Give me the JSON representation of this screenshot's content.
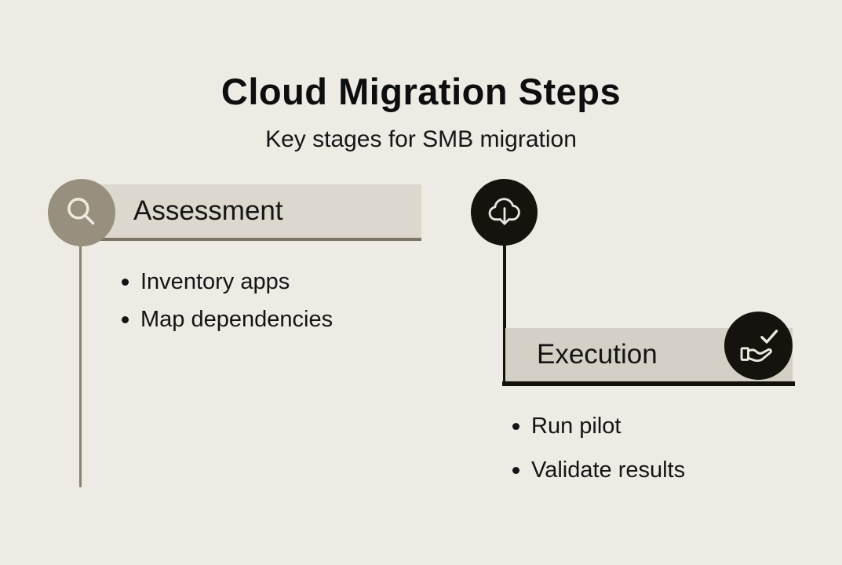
{
  "header": {
    "title": "Cloud Migration Steps",
    "subtitle": "Key stages for SMB migration"
  },
  "steps": [
    {
      "label": "Assessment",
      "icon": "search-icon",
      "bullets": [
        "Inventory apps",
        "Map dependencies"
      ]
    },
    {
      "label": "Execution",
      "icon": "cloud-download-icon",
      "badge_icon": "hand-check-icon",
      "bullets": [
        "Run pilot",
        "Validate results"
      ]
    }
  ],
  "colors": {
    "background": "#edebe4",
    "assessment_circle": "#98907e",
    "assessment_bar": "#dcd8ce",
    "assessment_line": "#8a8273",
    "execution_bar": "#d5d0c6",
    "black_accent": "#16130e",
    "icon_stroke": "#eceadf",
    "text": "#141414"
  }
}
